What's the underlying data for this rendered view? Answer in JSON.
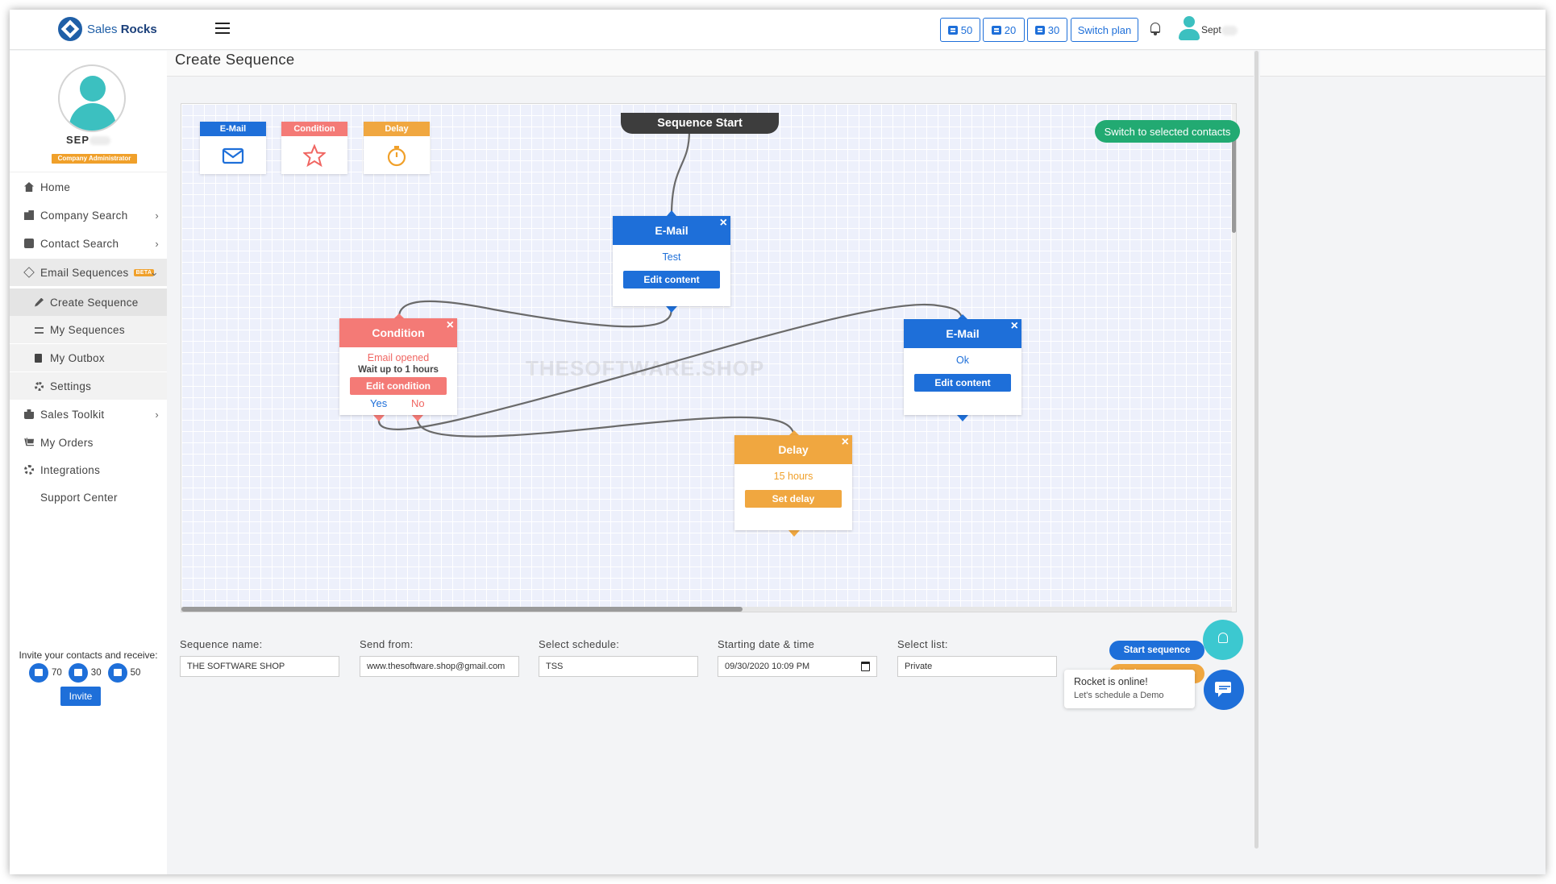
{
  "app": {
    "brand_light": "Sales",
    "brand_bold": "Rocks"
  },
  "header": {
    "credits": [
      {
        "icon": "building-icon",
        "value": "50"
      },
      {
        "icon": "contact-card-icon",
        "value": "20"
      },
      {
        "icon": "briefcase-icon",
        "value": "30"
      }
    ],
    "switch_plan_label": "Switch plan",
    "user_short": "Sept"
  },
  "sidebar": {
    "user_name": "SEP",
    "role": "Company Administrator",
    "nav": [
      {
        "label": "Home",
        "icon": "home-icon",
        "chevron": ""
      },
      {
        "label": "Company Search",
        "icon": "building-icon",
        "chevron": ">"
      },
      {
        "label": "Contact Search",
        "icon": "contact-card-icon",
        "chevron": ">"
      },
      {
        "label": "Email Sequences",
        "icon": "diamond-icon",
        "badge": "BETA",
        "chevron": "v"
      }
    ],
    "sub_nav": [
      {
        "label": "Create Sequence",
        "icon": "pencil-icon"
      },
      {
        "label": "My Sequences",
        "icon": "list-icon"
      },
      {
        "label": "My Outbox",
        "icon": "book-icon"
      },
      {
        "label": "Settings",
        "icon": "gear-icon"
      }
    ],
    "nav_after": [
      {
        "label": "Sales Toolkit",
        "icon": "briefcase-icon",
        "chevron": ">"
      },
      {
        "label": "My Orders",
        "icon": "cart-icon",
        "chevron": ""
      },
      {
        "label": "Integrations",
        "icon": "gear-icon",
        "chevron": ""
      },
      {
        "label": "Support Center",
        "icon": "",
        "chevron": ""
      }
    ],
    "invite": {
      "text": "Invite your contacts and receive:",
      "rewards": [
        "70",
        "30",
        "50"
      ],
      "button": "Invite"
    }
  },
  "page": {
    "title": "Create Sequence"
  },
  "canvas": {
    "palette": [
      {
        "label": "E-Mail",
        "icon": "envelope-icon",
        "color": "#1e6fd9"
      },
      {
        "label": "Condition",
        "icon": "star-icon",
        "color": "#f47a76"
      },
      {
        "label": "Delay",
        "icon": "stopwatch-icon",
        "color": "#f0a740"
      }
    ],
    "sequence_start": "Sequence Start",
    "switch_contacts": "Switch to selected contacts",
    "watermark": "THESOFTWARE.SHOP",
    "nodes": {
      "email1": {
        "title": "E-Mail",
        "subtitle": "Test",
        "button": "Edit content"
      },
      "condition": {
        "title": "Condition",
        "subtitle": "Email opened",
        "detail": "Wait up to 1 hours",
        "button": "Edit condition",
        "yes": "Yes",
        "no": "No"
      },
      "email2": {
        "title": "E-Mail",
        "subtitle": "Ok",
        "button": "Edit content"
      },
      "delay": {
        "title": "Delay",
        "subtitle": "15 hours",
        "button": "Set delay"
      }
    }
  },
  "form": {
    "sequence_name": {
      "label": "Sequence name:",
      "value": "THE SOFTWARE SHOP"
    },
    "send_from": {
      "label": "Send from:",
      "value": "www.thesoftware.shop@gmail.com"
    },
    "schedule": {
      "label": "Select schedule:",
      "value": "TSS"
    },
    "start_datetime": {
      "label": "Starting date & time",
      "value": "09/30/2020 10:09 PM"
    },
    "list": {
      "label": "Select list:",
      "value": "Private"
    },
    "start_button": "Start sequence",
    "update_button": "Update sequence"
  },
  "chat": {
    "line1": "Rocket is online!",
    "line2": "Let's schedule a Demo"
  },
  "colors": {
    "primary": "#1e6fd9",
    "condition": "#f47a76",
    "delay": "#f0a740",
    "success": "#22aa72"
  }
}
